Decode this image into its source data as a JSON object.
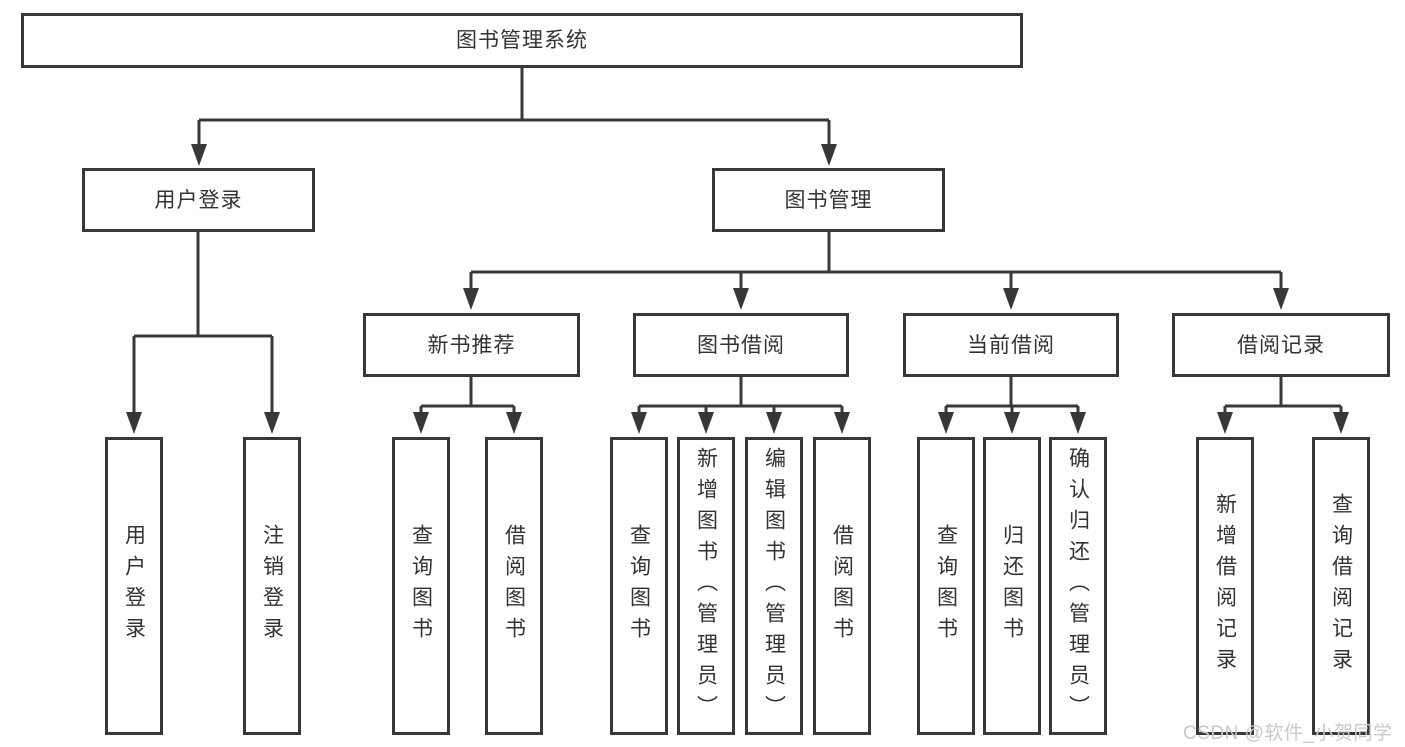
{
  "title": {
    "label": "图书管理系统"
  },
  "level2": [
    {
      "label": "用户登录"
    },
    {
      "label": "图书管理"
    }
  ],
  "level3": [
    {
      "label": "新书推荐"
    },
    {
      "label": "图书借阅"
    },
    {
      "label": "当前借阅"
    },
    {
      "label": "借阅记录"
    }
  ],
  "leaves": [
    {
      "label": "用户登录"
    },
    {
      "label": "注销登录"
    },
    {
      "label": "查询图书"
    },
    {
      "label": "借阅图书"
    },
    {
      "label": "查询图书"
    },
    {
      "label": "新增图书（管理员）"
    },
    {
      "label": "编辑图书（管理员）"
    },
    {
      "label": "借阅图书"
    },
    {
      "label": "查询图书"
    },
    {
      "label": "归还图书"
    },
    {
      "label": "确认归还（管理员）"
    },
    {
      "label": "新增借阅记录"
    },
    {
      "label": "查询借阅记录"
    }
  ],
  "watermark": {
    "text": "CSDN @软件_小贺同学"
  },
  "colors": {
    "line": "#383838",
    "text": "#333333",
    "box_bg": "#ffffff",
    "watermark": "#c9c9c9"
  }
}
